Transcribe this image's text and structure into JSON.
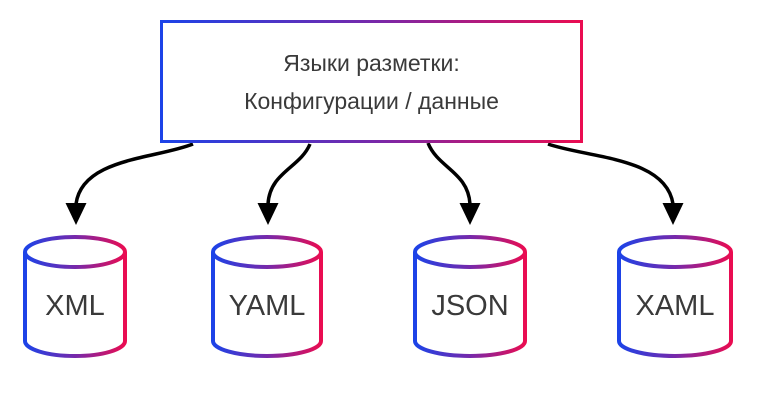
{
  "diagram": {
    "title_box": {
      "line1": "Языки разметки:",
      "line2": "Конфигурации / данные"
    },
    "nodes": [
      {
        "id": "xml",
        "label": "XML",
        "shape": "cylinder"
      },
      {
        "id": "yaml",
        "label": "YAML",
        "shape": "cylinder"
      },
      {
        "id": "json",
        "label": "JSON",
        "shape": "cylinder"
      },
      {
        "id": "xaml",
        "label": "XAML",
        "shape": "cylinder"
      }
    ],
    "edges": [
      {
        "from": "title_box",
        "to": "xml"
      },
      {
        "from": "title_box",
        "to": "yaml"
      },
      {
        "from": "title_box",
        "to": "json"
      },
      {
        "from": "title_box",
        "to": "xaml"
      }
    ],
    "colors": {
      "gradient_start": "#1c43e8",
      "gradient_mid": "#7a28a8",
      "gradient_end": "#ea0c51",
      "arrow": "#000000",
      "text": "#3a3a3a",
      "node_fill": "#ffffff",
      "background": "#ffffff"
    }
  }
}
